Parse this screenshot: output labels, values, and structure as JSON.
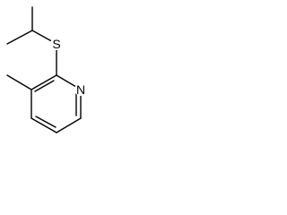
{
  "structure": {
    "atoms": [
      {
        "id": "s1",
        "symbol": "S",
        "label": "S"
      },
      {
        "id": "n1",
        "symbol": "N",
        "label": "N"
      }
    ],
    "bond_color": "#000000",
    "label_color": "#000000",
    "background": "#ffffff"
  }
}
